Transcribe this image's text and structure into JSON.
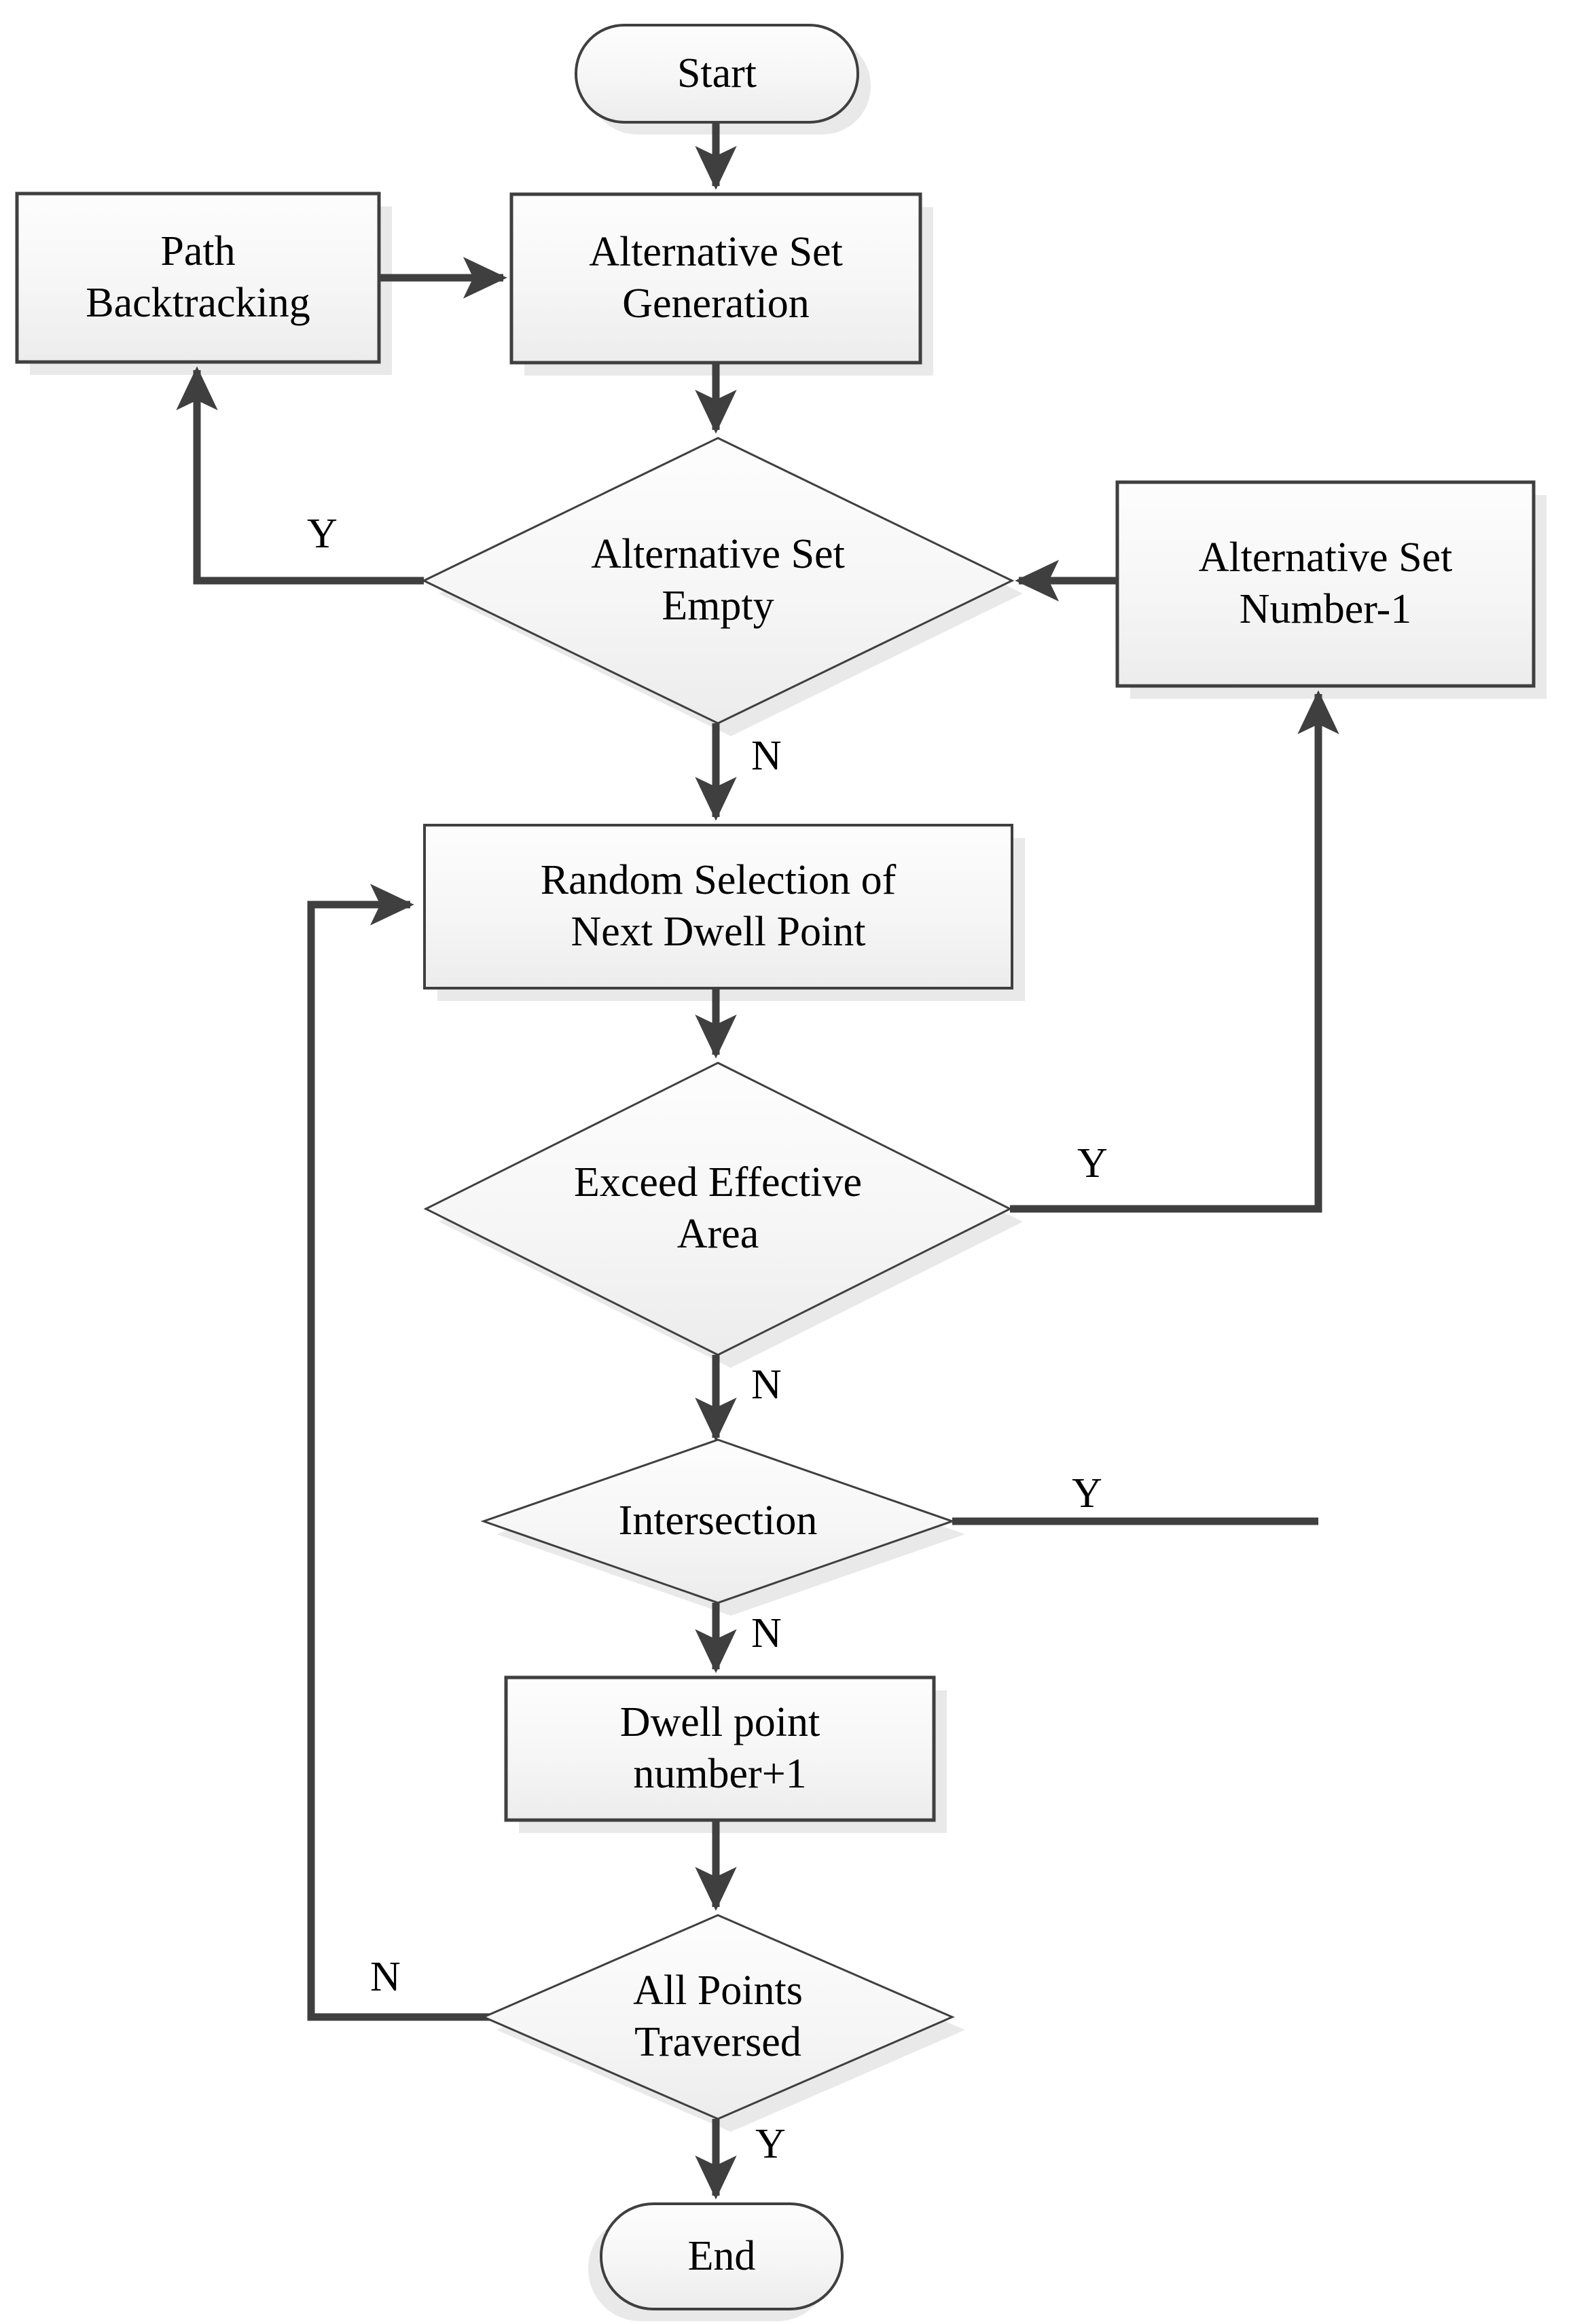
{
  "diagram": {
    "type": "flowchart",
    "orientation": "top-to-bottom",
    "background_color": "#ffffff",
    "shape_fill_top": "#fcfcfc",
    "shape_fill_bottom": "#eeeeee",
    "shape_stroke": "#3f3f3f",
    "connector_color": "#3f3f3f",
    "shadow_color": "#e6e6e6",
    "text_color": "#000000"
  },
  "nodes": {
    "start": {
      "label": "Start",
      "shape": "terminator"
    },
    "path_backtracking": {
      "label": "Path\nBacktracking",
      "shape": "process"
    },
    "alt_set_generation": {
      "label": "Alternative Set\nGeneration",
      "shape": "process"
    },
    "alt_set_empty": {
      "label": "Alternative Set\nEmpty",
      "shape": "decision"
    },
    "alt_set_number_minus_1": {
      "label": "Alternative Set\nNumber-1",
      "shape": "process"
    },
    "random_selection": {
      "label": "Random Selection of\nNext Dwell Point",
      "shape": "process"
    },
    "exceed_effective_area": {
      "label": "Exceed Effective\nArea",
      "shape": "decision"
    },
    "intersection": {
      "label": "Intersection",
      "shape": "decision"
    },
    "dwell_point_increment": {
      "label": "Dwell point\nnumber+1",
      "shape": "process"
    },
    "all_points_traversed": {
      "label": "All Points\nTraversed",
      "shape": "decision"
    },
    "end": {
      "label": "End",
      "shape": "terminator"
    }
  },
  "edge_labels": {
    "alt_set_empty_yes": "Y",
    "alt_set_empty_no": "N",
    "exceed_area_yes": "Y",
    "exceed_area_no": "N",
    "intersection_yes": "Y",
    "intersection_no": "N",
    "all_points_no": "N",
    "all_points_yes": "Y"
  },
  "edges": [
    {
      "from": "start",
      "to": "alt_set_generation",
      "label": ""
    },
    {
      "from": "path_backtracking",
      "to": "alt_set_generation",
      "label": ""
    },
    {
      "from": "alt_set_generation",
      "to": "alt_set_empty",
      "label": ""
    },
    {
      "from": "alt_set_empty",
      "to": "path_backtracking",
      "label": "Y"
    },
    {
      "from": "alt_set_empty",
      "to": "random_selection",
      "label": "N"
    },
    {
      "from": "alt_set_number_minus_1",
      "to": "alt_set_empty",
      "label": ""
    },
    {
      "from": "random_selection",
      "to": "exceed_effective_area",
      "label": ""
    },
    {
      "from": "exceed_effective_area",
      "to": "alt_set_number_minus_1",
      "label": "Y"
    },
    {
      "from": "exceed_effective_area",
      "to": "intersection",
      "label": "N"
    },
    {
      "from": "intersection",
      "to": "alt_set_number_minus_1",
      "label": "Y"
    },
    {
      "from": "intersection",
      "to": "dwell_point_increment",
      "label": "N"
    },
    {
      "from": "dwell_point_increment",
      "to": "all_points_traversed",
      "label": ""
    },
    {
      "from": "all_points_traversed",
      "to": "random_selection",
      "label": "N"
    },
    {
      "from": "all_points_traversed",
      "to": "end",
      "label": "Y"
    }
  ]
}
